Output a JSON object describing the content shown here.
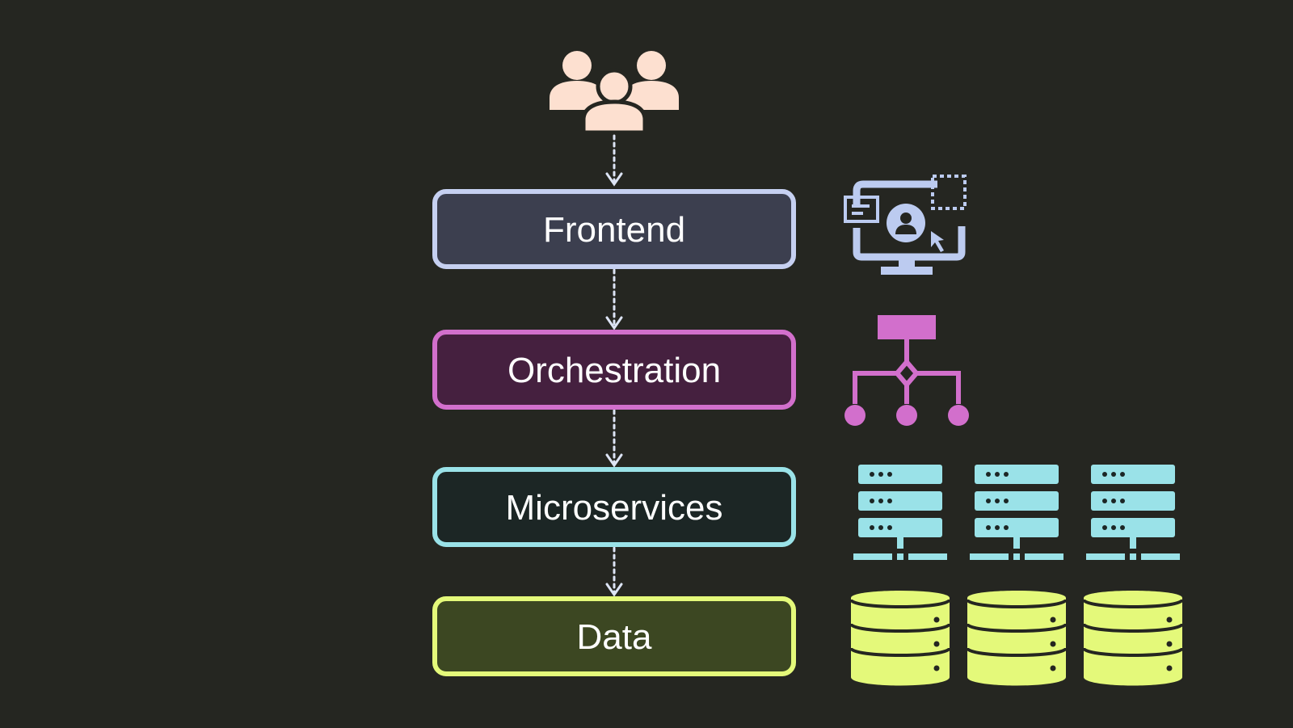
{
  "diagram": {
    "background_color": "#252621",
    "connector_color": "#dde4f5",
    "layers": [
      {
        "id": "frontend",
        "label": "Frontend",
        "border_color": "#c6d0f1",
        "fill_color": "#3c3f4f",
        "icon": "monitor-user-icon"
      },
      {
        "id": "orchestration",
        "label": "Orchestration",
        "border_color": "#d26fcc",
        "fill_color": "#45203f",
        "icon": "hierarchy-tree-icon"
      },
      {
        "id": "microservices",
        "label": "Microservices",
        "border_color": "#9ae2e8",
        "fill_color": "#1c2625",
        "icon": "server-rack-icon"
      },
      {
        "id": "data",
        "label": "Data",
        "border_color": "#e4f97a",
        "fill_color": "#3c4722",
        "icon": "database-icon"
      }
    ],
    "icons": {
      "users": {
        "name": "users-group-icon",
        "color": "#fde0d0"
      },
      "frontend": {
        "name": "monitor-user-icon",
        "color": "#bccbf0"
      },
      "orchestration": {
        "name": "hierarchy-tree-icon",
        "color": "#d26fcc"
      },
      "microservices": {
        "name": "server-rack-icon",
        "color": "#9ae2e8",
        "count": 3
      },
      "data": {
        "name": "database-icon",
        "color": "#e4f97a",
        "count": 3
      }
    }
  }
}
